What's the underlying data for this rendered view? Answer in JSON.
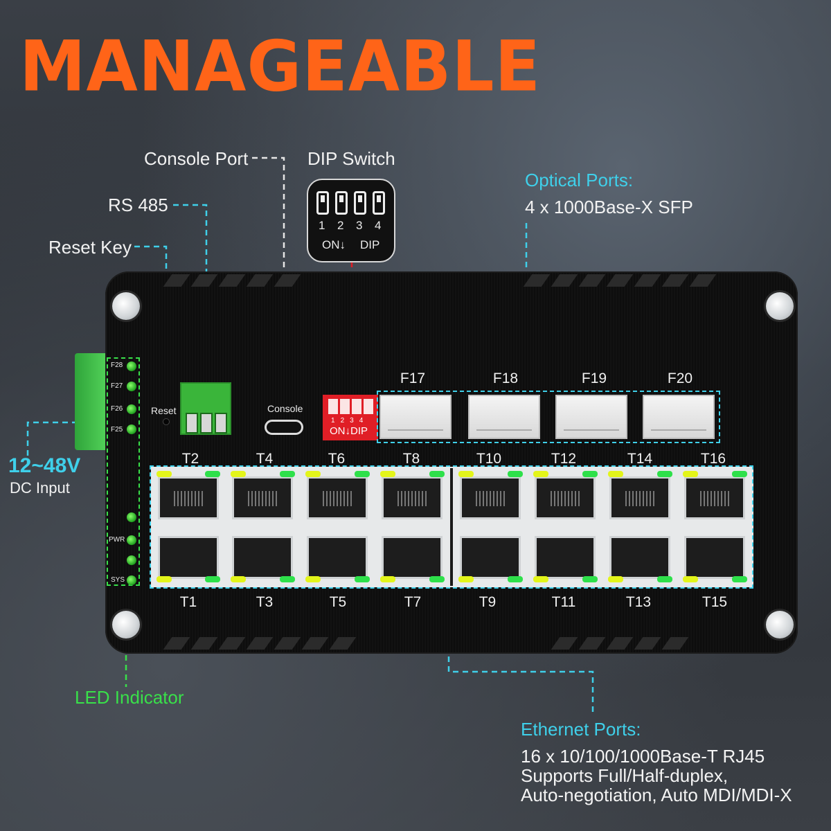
{
  "title": "MANAGEABLE",
  "callouts": {
    "console_port": "Console Port",
    "dip_switch": "DIP Switch",
    "rs485": "RS 485",
    "reset_key": "Reset Key",
    "optical_title": "Optical Ports:",
    "optical_desc": "4 x 1000Base-X SFP",
    "voltage": "12~48V",
    "dc_input": "DC Input",
    "led_indicator": "LED Indicator",
    "ethernet_title": "Ethernet Ports:",
    "ethernet_desc": [
      "16 x 10/100/1000Base-T RJ45",
      "Supports Full/Half-duplex,",
      "Auto-negotiation, Auto MDI/MDI-X"
    ]
  },
  "dip_callout": {
    "numbers": [
      "1",
      "2",
      "3",
      "4"
    ],
    "on": "ON",
    "dip": "DIP"
  },
  "device": {
    "reset_label": "Reset",
    "console_label": "Console",
    "led_labels": [
      "F28",
      "F27",
      "F26",
      "F25",
      "PWR",
      "SYS"
    ],
    "sfp_ports": [
      "F17",
      "F18",
      "F19",
      "F20"
    ],
    "top_ports": [
      "T2",
      "T4",
      "T6",
      "T8",
      "T10",
      "T12",
      "T14",
      "T16"
    ],
    "bottom_ports": [
      "T1",
      "T3",
      "T5",
      "T7",
      "T9",
      "T11",
      "T13",
      "T15"
    ],
    "red_dip": {
      "numbers": [
        "1",
        "2",
        "3",
        "4"
      ],
      "text": "ON↓DIP"
    }
  },
  "colors": {
    "title": "#ff6418",
    "cyan": "#3fd0ea",
    "green": "#39e04a",
    "red": "#e01e26"
  }
}
